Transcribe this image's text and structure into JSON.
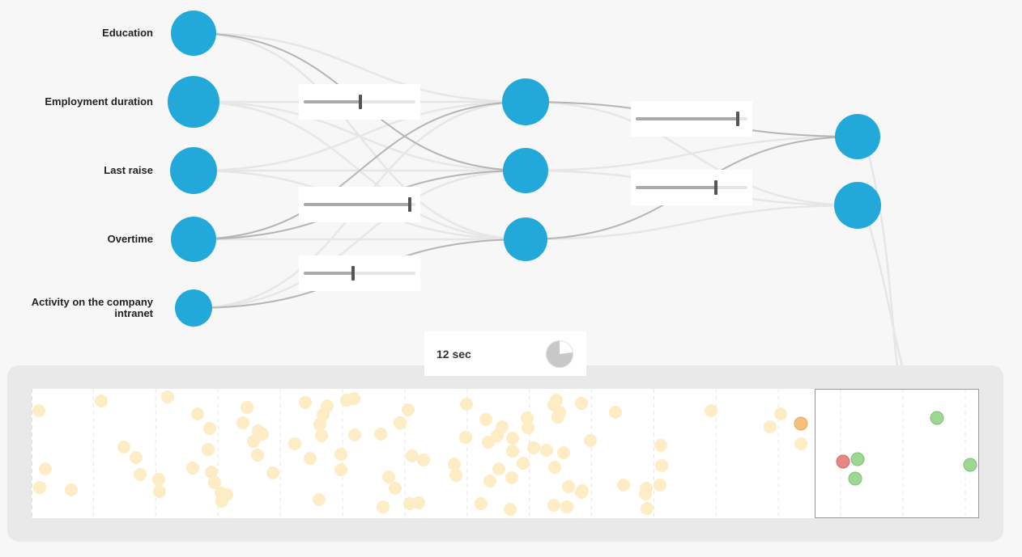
{
  "inputs": [
    {
      "label": "Education"
    },
    {
      "label": "Employment duration"
    },
    {
      "label": "Last raise"
    },
    {
      "label": "Overtime"
    },
    {
      "label": "Activity on the company intranet"
    }
  ],
  "layers": [
    5,
    3,
    2
  ],
  "colors": {
    "node": "#23a9d9",
    "edge_light": "#e6e6e6",
    "edge_strong": "#b5b5b5",
    "dot_faded": "#fdecc4",
    "dot_current": "#f6c07a",
    "dot_green": "#9ed694",
    "dot_red": "#e88585",
    "pie": "#c8c8c8"
  },
  "timer": {
    "text": "12 sec",
    "progress": 0.23
  },
  "sliders": [
    {
      "name": "slider-1",
      "value": 0.51
    },
    {
      "name": "slider-2",
      "value": 0.95
    },
    {
      "name": "slider-3",
      "value": 0.44
    },
    {
      "name": "slider-4",
      "value": 0.91
    },
    {
      "name": "slider-5",
      "value": 0.72
    }
  ],
  "edges": {
    "input_to_hidden": [
      {
        "from": 0,
        "to": 1,
        "strong": true
      },
      {
        "from": 3,
        "to": 0,
        "strong": true
      },
      {
        "from": 3,
        "to": 1,
        "strong": true
      },
      {
        "from": 4,
        "to": 2,
        "strong": true
      }
    ],
    "hidden_to_output": [
      {
        "from": 0,
        "to": 0,
        "strong": true
      },
      {
        "from": 2,
        "to": 0,
        "strong": true
      }
    ]
  }
}
